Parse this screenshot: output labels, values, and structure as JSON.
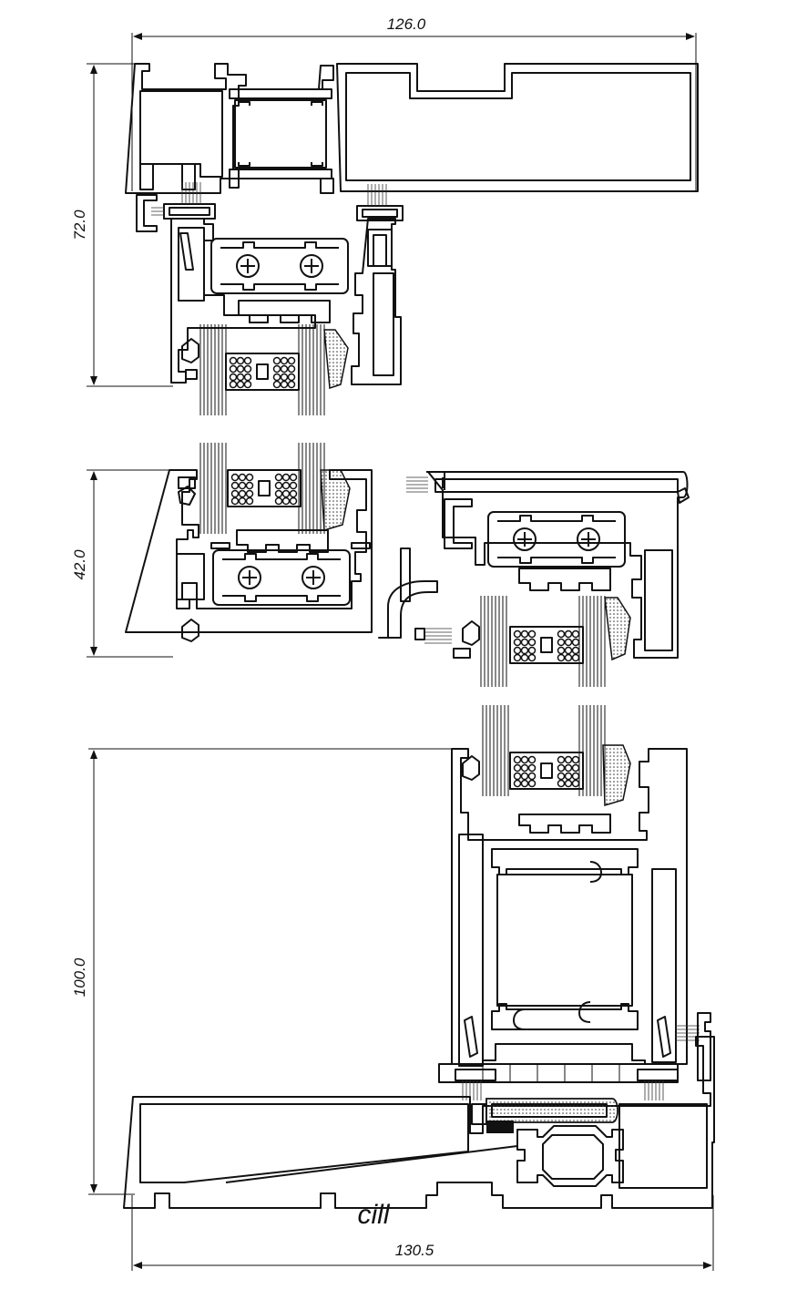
{
  "dimensions": {
    "top_width": "126.0",
    "head_height": "72.0",
    "mullion_height": "42.0",
    "cill_height": "100.0",
    "bottom_width": "130.5"
  },
  "caption": "cill"
}
